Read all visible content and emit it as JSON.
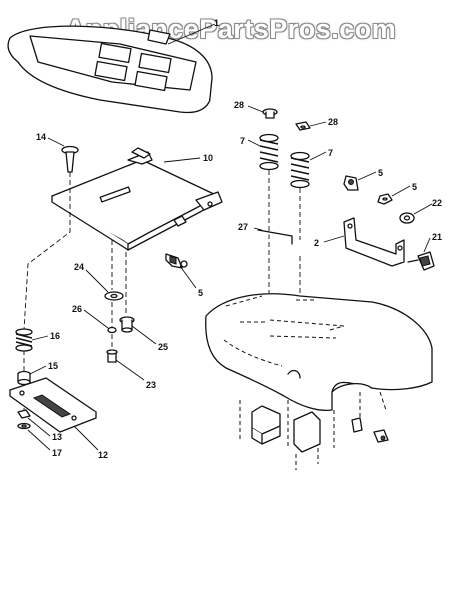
{
  "watermark": "AppliancePartsPros.com",
  "callouts": {
    "seat": "1",
    "pan": "10",
    "bolt_14": "14",
    "spring_7a": "7",
    "spring_7b": "7",
    "cap_28a": "28",
    "cap_28b": "28",
    "knob_5a": "5",
    "knob_5b": "5",
    "nut_5c": "5",
    "washer_22": "22",
    "bracket_2": "2",
    "rod_27": "27",
    "bolt_21": "21",
    "washer_24": "24",
    "clip_26": "26",
    "bushing_25": "25",
    "spring_16": "16",
    "spacer_15": "15",
    "bolt_23": "23",
    "nut_13": "13",
    "washer_17": "17",
    "plate_12": "12"
  }
}
